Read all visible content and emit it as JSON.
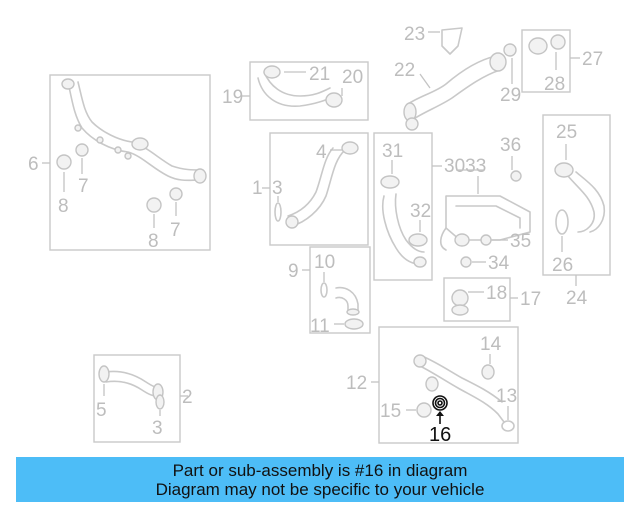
{
  "diagram": {
    "labels": {
      "l1": "1",
      "l2": "2",
      "l3a": "3",
      "l3b": "3",
      "l4": "4",
      "l5": "5",
      "l6": "6",
      "l7a": "7",
      "l7b": "7",
      "l8a": "8",
      "l8b": "8",
      "l9": "9",
      "l10": "10",
      "l11": "11",
      "l12": "12",
      "l13": "13",
      "l14": "14",
      "l15": "15",
      "l16": "16",
      "l17": "17",
      "l18": "18",
      "l19": "19",
      "l20": "20",
      "l21": "21",
      "l22": "22",
      "l23": "23",
      "l24": "24",
      "l25": "25",
      "l26": "26",
      "l27": "27",
      "l28": "28",
      "l29": "29",
      "l3033": "3033",
      "l31": "31",
      "l32": "32",
      "l34": "34",
      "l35": "35",
      "l36": "36"
    },
    "highlighted_part": "16",
    "highlight_color": "#111111",
    "line_color": "#c9c9c9"
  },
  "banner": {
    "line1": "Part or sub-assembly is #16 in diagram",
    "line2": "Diagram may not be specific to your vehicle",
    "background": "#4dbdf7"
  }
}
